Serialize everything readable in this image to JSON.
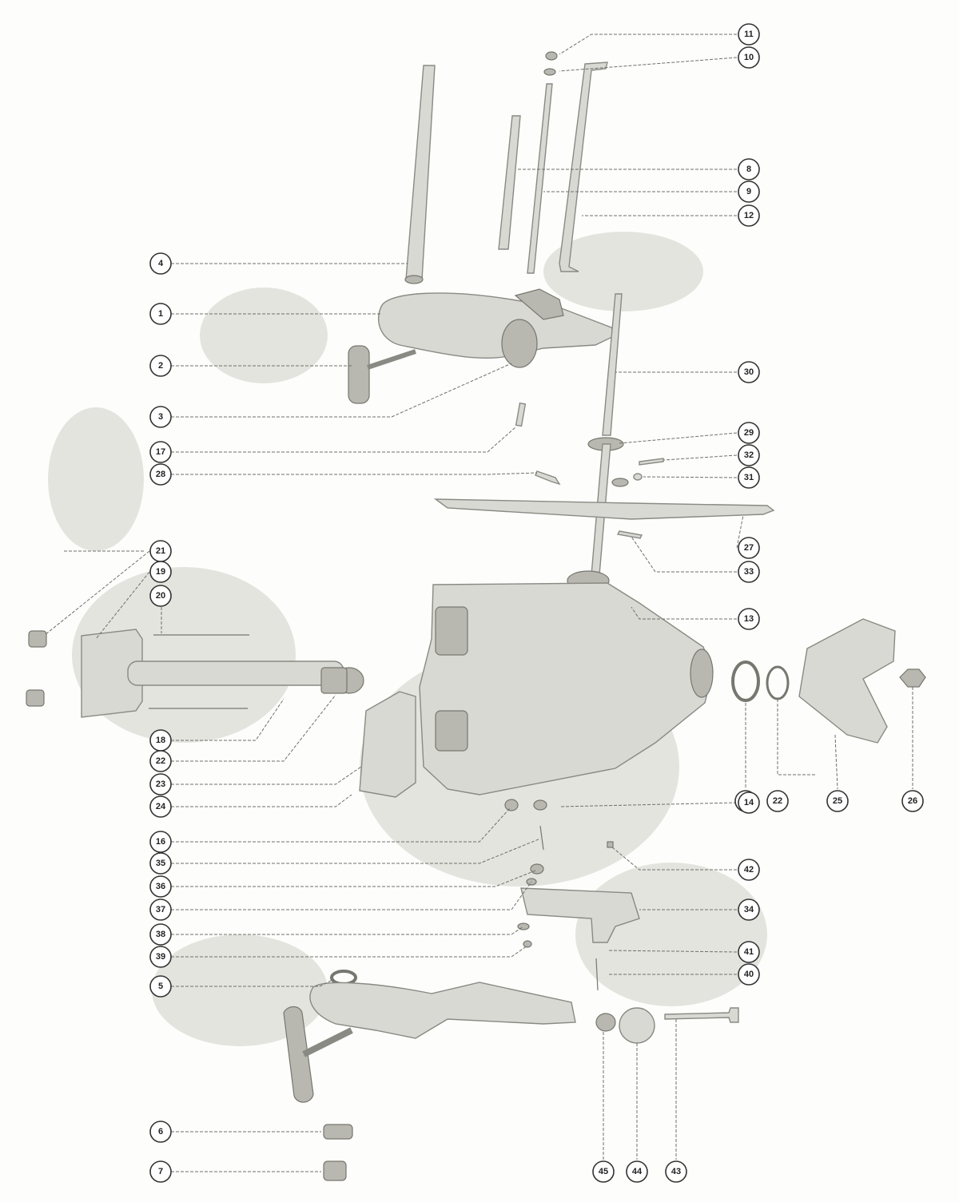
{
  "callouts": [
    {
      "id": "c11",
      "label": "11"
    },
    {
      "id": "c10",
      "label": "10"
    },
    {
      "id": "c8",
      "label": "8"
    },
    {
      "id": "c9",
      "label": "9"
    },
    {
      "id": "c12",
      "label": "12"
    },
    {
      "id": "c4",
      "label": "4"
    },
    {
      "id": "c1",
      "label": "1"
    },
    {
      "id": "c2",
      "label": "2"
    },
    {
      "id": "c30",
      "label": "30"
    },
    {
      "id": "c3",
      "label": "3"
    },
    {
      "id": "c17",
      "label": "17"
    },
    {
      "id": "c29",
      "label": "29"
    },
    {
      "id": "c32",
      "label": "32"
    },
    {
      "id": "c28",
      "label": "28"
    },
    {
      "id": "c31",
      "label": "31"
    },
    {
      "id": "c27",
      "label": "27"
    },
    {
      "id": "c21",
      "label": "21"
    },
    {
      "id": "c33",
      "label": "33"
    },
    {
      "id": "c19",
      "label": "19"
    },
    {
      "id": "c20",
      "label": "20"
    },
    {
      "id": "c13",
      "label": "13"
    },
    {
      "id": "c18",
      "label": "18"
    },
    {
      "id": "c22a",
      "label": "22"
    },
    {
      "id": "c23",
      "label": "23"
    },
    {
      "id": "c24",
      "label": "24"
    },
    {
      "id": "c15",
      "label": "15"
    },
    {
      "id": "c22b",
      "label": "22"
    },
    {
      "id": "c25",
      "label": "25"
    },
    {
      "id": "c26",
      "label": "26"
    },
    {
      "id": "c14",
      "label": "14"
    },
    {
      "id": "c16",
      "label": "16"
    },
    {
      "id": "c35",
      "label": "35"
    },
    {
      "id": "c42",
      "label": "42"
    },
    {
      "id": "c36",
      "label": "36"
    },
    {
      "id": "c37",
      "label": "37"
    },
    {
      "id": "c34",
      "label": "34"
    },
    {
      "id": "c38",
      "label": "38"
    },
    {
      "id": "c41",
      "label": "41"
    },
    {
      "id": "c39",
      "label": "39"
    },
    {
      "id": "c40",
      "label": "40"
    },
    {
      "id": "c5",
      "label": "5"
    },
    {
      "id": "c6",
      "label": "6"
    },
    {
      "id": "c7",
      "label": "7"
    },
    {
      "id": "c45",
      "label": "45"
    },
    {
      "id": "c44",
      "label": "44"
    },
    {
      "id": "c43",
      "label": "43"
    }
  ]
}
